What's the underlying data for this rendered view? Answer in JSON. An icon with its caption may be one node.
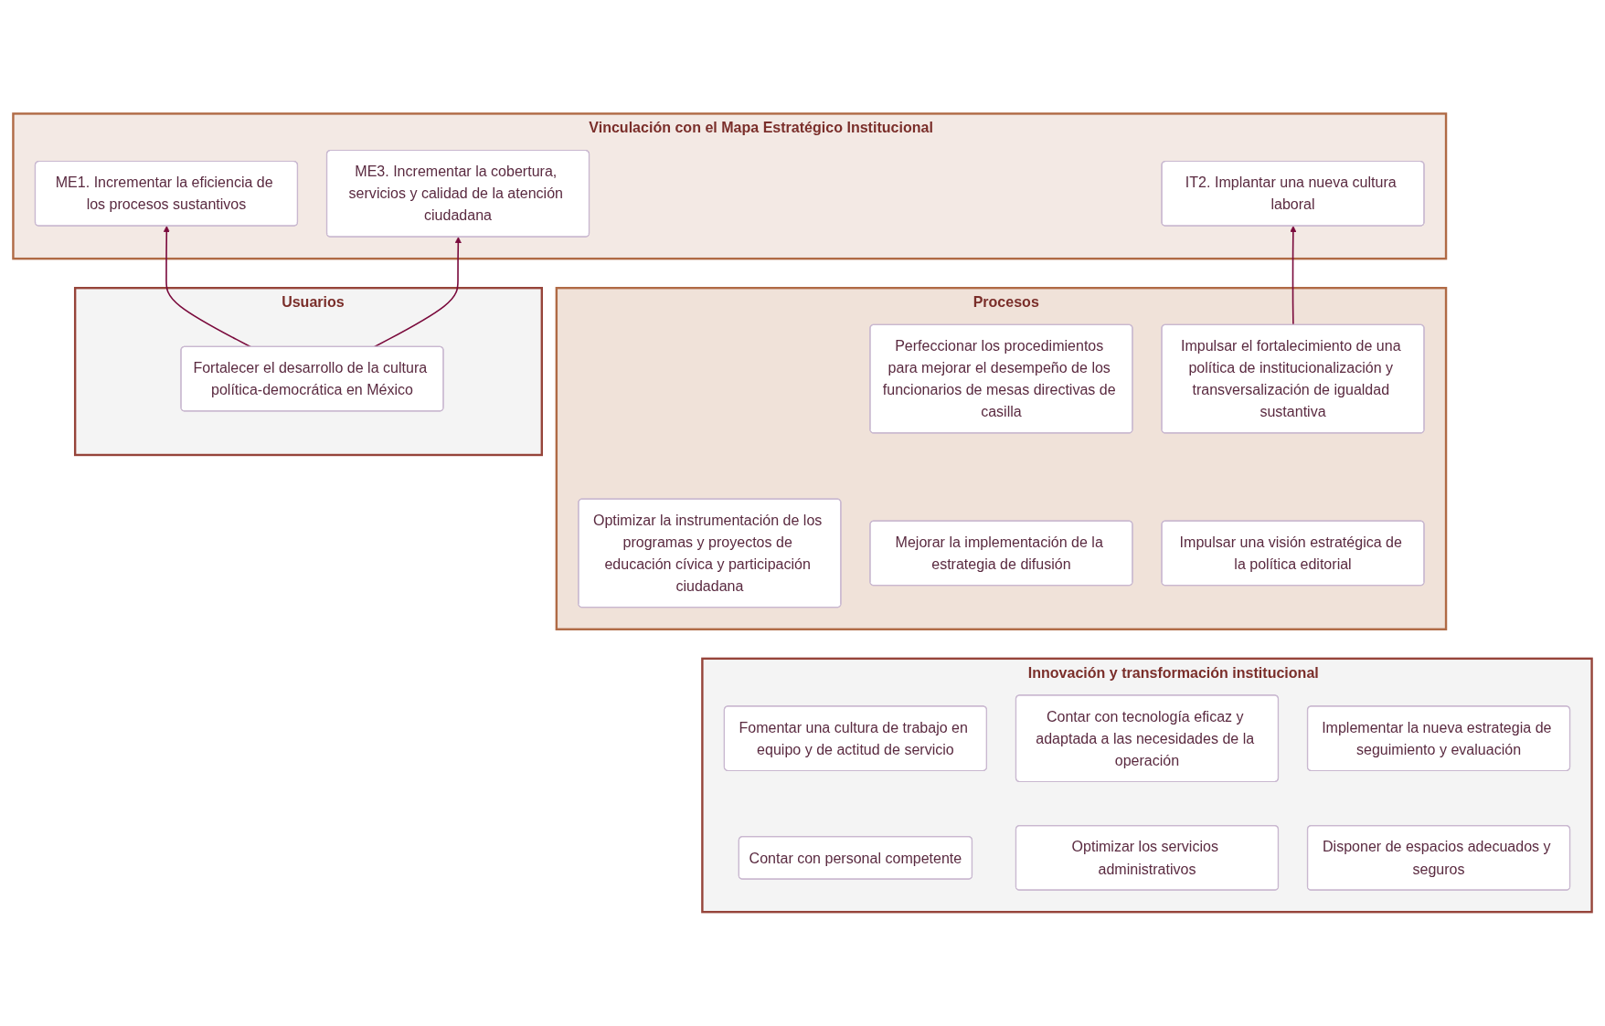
{
  "diagram": {
    "nodes": [
      {
        "text": [
          "Vinculación con el Mapa Estratégico Institucional"
        ]
      },
      {
        "text": [
          "ME1. Incrementar la eficiencia de los procesos sustantivos"
        ],
        "in": 0
      },
      {
        "text": [
          "ME3. Incrementar la cobertura, servicios y calidad de la atención ciudadana"
        ],
        "in": 0
      },
      {
        "text": [
          "IT2. Implantar una nueva cultura laboral"
        ],
        "in": 0
      },
      {
        "text": [
          "Usuarios"
        ]
      },
      {
        "text": [
          "Fortalecer el desarrollo de la cultura política-democrática en México"
        ],
        "in": 4
      },
      {
        "text": [
          "Procesos"
        ]
      },
      {
        "text": [
          "Perfeccionar los procedimientos para mejorar el desempeño de los funcionarios de mesas directivas de casilla"
        ],
        "in": 6
      },
      {
        "text": [
          "Optimizar la instrumentación de los programas y proyectos de educación cívica y participación ciudadana"
        ],
        "in": 6
      },
      {
        "text": [
          "Impulsar el fortalecimiento de una política de institucionalización y transversalización de igualdad sustantiva"
        ],
        "in": 6
      },
      {
        "text": [
          "Mejorar la implementación de la estrategia de difusión"
        ],
        "in": 6
      },
      {
        "text": [
          "Impulsar una visión estratégica de la política editorial"
        ],
        "in": 6
      },
      {
        "text": [
          "Innovación y transformación institucional"
        ]
      },
      {
        "text": [
          "Fomentar una cultura de trabajo en equipo y de actitud de servicio"
        ],
        "in": 12
      },
      {
        "text": [
          "Contar con tecnología eficaz y adaptada a las necesidades de la operación"
        ],
        "in": 12
      },
      {
        "text": [
          "Implementar la nueva estrategia de seguimiento y evaluación"
        ],
        "in": 12
      },
      {
        "text": [
          "Contar con personal competente"
        ],
        "in": 12
      },
      {
        "text": [
          "Optimizar los servicios administrativos"
        ],
        "in": 12
      },
      {
        "text": [
          "Disponer de espacios adecuados y seguros"
        ],
        "in": 12
      }
    ],
    "edges": [
      {
        "from": 5,
        "to": 1,
        "arrow": "to"
      },
      {
        "from": 5,
        "to": 2,
        "arrow": "to"
      },
      {
        "from": 9,
        "to": 3,
        "arrow": "to"
      }
    ]
  }
}
